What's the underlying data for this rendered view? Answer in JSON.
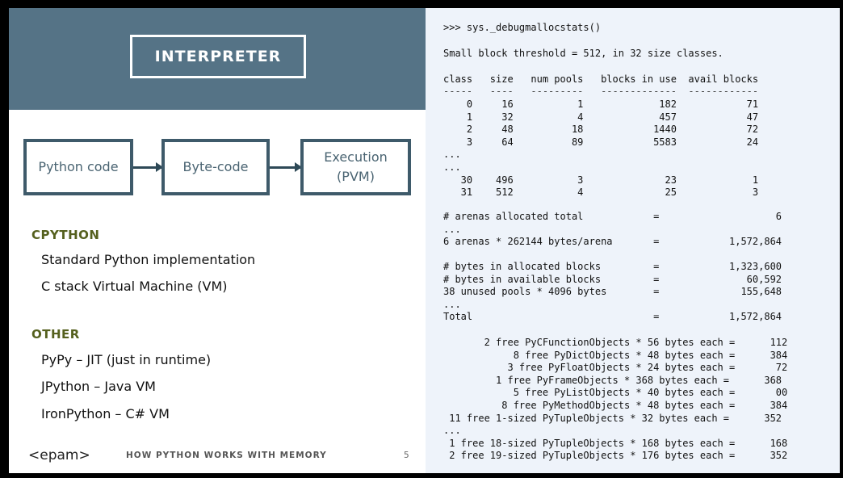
{
  "slide": {
    "title": "INTERPRETER",
    "flow": [
      "Python code",
      "Byte-code",
      "Execution\n(PVM)"
    ],
    "sections": [
      {
        "heading": "CPYTHON",
        "items": [
          "Standard Python implementation",
          "C stack Virtual Machine (VM)"
        ]
      },
      {
        "heading": "OTHER",
        "items": [
          "PyPy – JIT (just in runtime)",
          "JPython  – Java VM",
          "IronPython – C# VM"
        ]
      }
    ],
    "footer": {
      "logo": "<epam>",
      "title": "HOW PYTHON WORKS WITH MEMORY",
      "page": "5"
    }
  },
  "console": {
    "prompt_line": ">>> sys._debugmallocstats()",
    "threshold_line": "Small block threshold = 512, in 32 size classes.",
    "table_header": "class   size   num pools   blocks in use  avail blocks",
    "table_rule": "-----   ----   ---------   -------------  ------------",
    "table_rows": [
      "    0     16           1             182            71",
      "    1     32           4             457            47",
      "    2     48          18            1440            72",
      "    3     64          89            5583            24",
      "...",
      "...",
      "   30    496           3              23             1",
      "   31    512           4              25             3"
    ],
    "arenas_lines": [
      "# arenas allocated total            =                    6",
      "...",
      "6 arenas * 262144 bytes/arena       =            1,572,864"
    ],
    "bytes_lines": [
      "# bytes in allocated blocks         =            1,323,600",
      "# bytes in available blocks         =               60,592",
      "38 unused pools * 4096 bytes        =              155,648",
      "...",
      "Total                               =            1,572,864"
    ],
    "free_lines": [
      "       2 free PyCFunctionObjects * 56 bytes each =      112",
      "            8 free PyDictObjects * 48 bytes each =      384",
      "           3 free PyFloatObjects * 24 bytes each =       72",
      "         1 free PyFrameObjects * 368 bytes each =      368",
      "            5 free PyListObjects * 40 bytes each =       00",
      "          8 free PyMethodObjects * 48 bytes each =      384",
      " 11 free 1-sized PyTupleObjects * 32 bytes each =      352",
      "...",
      " 1 free 18-sized PyTupleObjects * 168 bytes each =      168",
      " 2 free 19-sized PyTupleObjects * 176 bytes each =      352"
    ]
  }
}
